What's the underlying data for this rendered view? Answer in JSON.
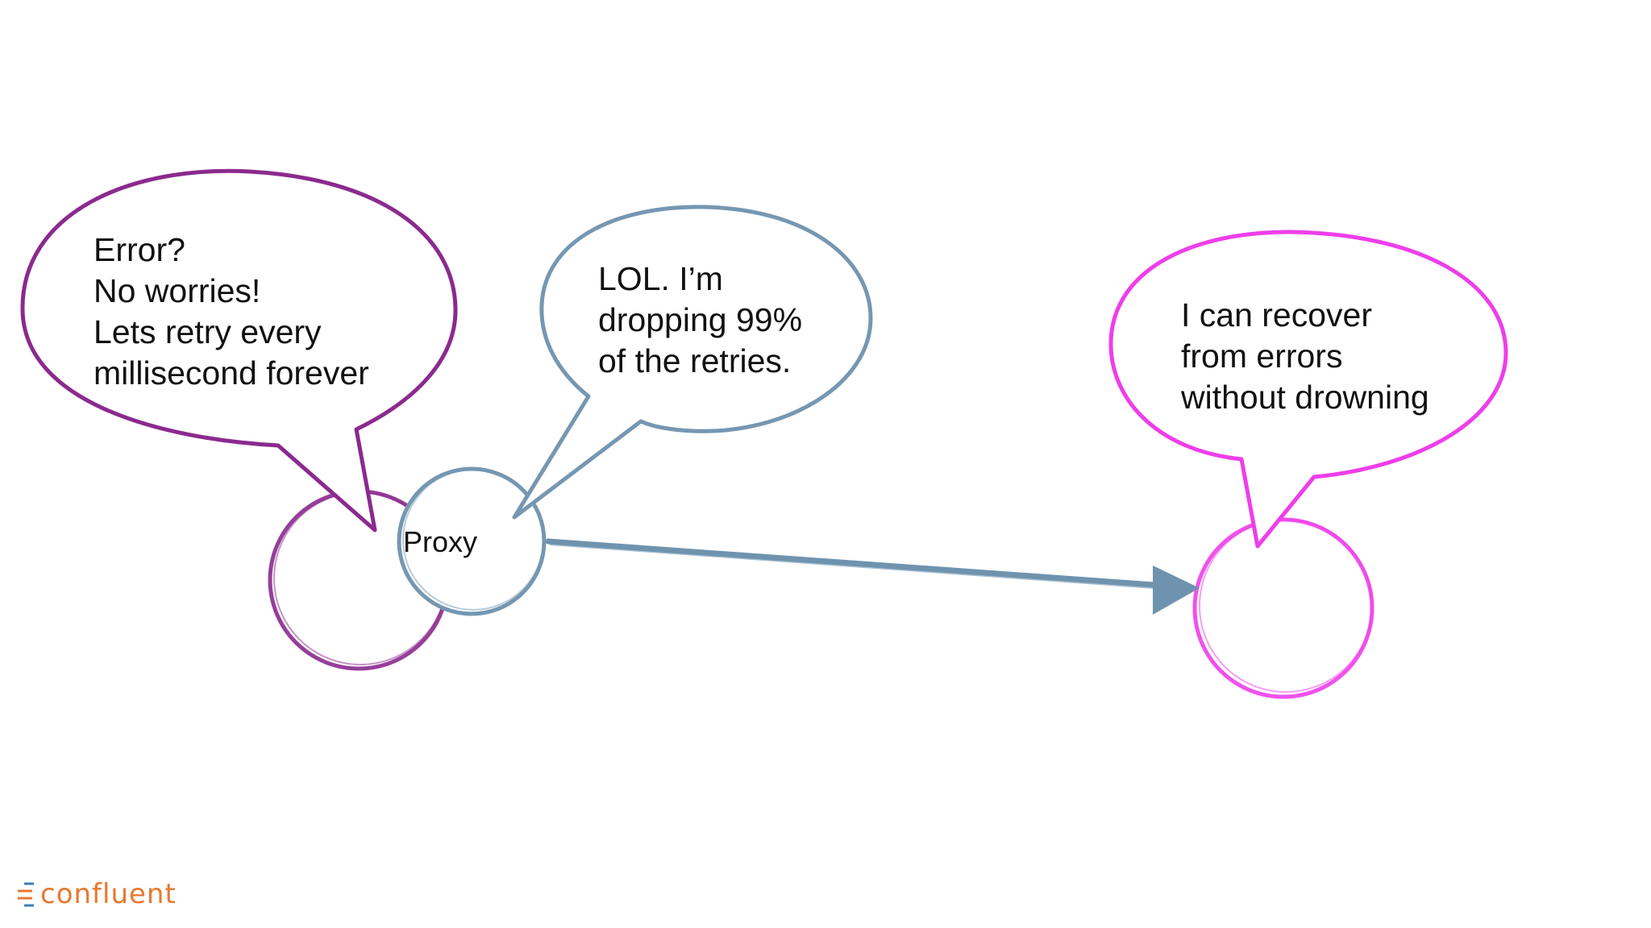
{
  "colors": {
    "client": "#8b2a8e",
    "proxy": "#7597b2",
    "service": "#ee3eea",
    "arrow": "#6f93ae",
    "logo": "#e8782f",
    "logo_mark": "#3d7fb8"
  },
  "bubbles": {
    "client": {
      "lines": [
        "Error?",
        "No worries!",
        "Lets retry every",
        "millisecond forever"
      ]
    },
    "proxy": {
      "lines": [
        "LOL. I’m",
        "dropping 99%",
        "of the retries."
      ]
    },
    "service": {
      "lines": [
        "I can recover",
        "from errors",
        "without drowning"
      ]
    }
  },
  "nodes": {
    "proxy_label": "Proxy"
  },
  "logo": {
    "text": "confluent"
  }
}
